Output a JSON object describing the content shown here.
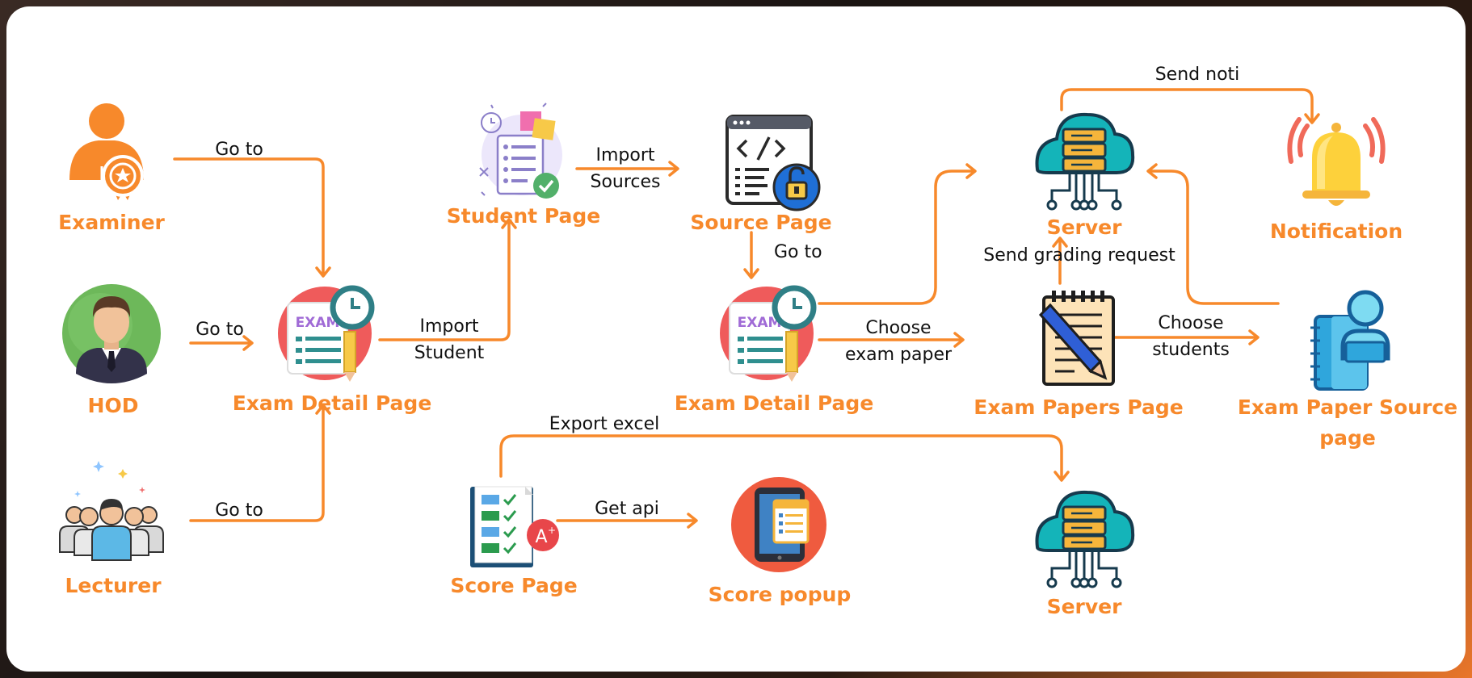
{
  "colors": {
    "accent": "#f7892b",
    "text": "#111111",
    "background": "#ffffff"
  },
  "nodes": {
    "examiner": {
      "title": "Examiner",
      "icon": "examiner-award-person-icon"
    },
    "hod": {
      "title": "HOD",
      "icon": "hod-businessman-avatar-icon"
    },
    "lecturer": {
      "title": "Lecturer",
      "icon": "lecturer-group-icon"
    },
    "exam_detail_1": {
      "title": "Exam Detail Page",
      "icon": "exam-clock-icon"
    },
    "student_page": {
      "title": "Student Page",
      "icon": "student-checklist-icon"
    },
    "source_page": {
      "title": "Source Page",
      "icon": "source-code-lock-icon"
    },
    "exam_detail_2": {
      "title": "Exam Detail Page",
      "icon": "exam-clock-icon"
    },
    "server_top": {
      "title": "Server",
      "icon": "cloud-server-icon"
    },
    "notification": {
      "title": "Notification",
      "icon": "bell-icon"
    },
    "exam_papers": {
      "title": "Exam Papers Page",
      "icon": "paper-pen-icon"
    },
    "exam_paper_source": {
      "title_line1": "Exam Paper Source",
      "title_line2": "page",
      "icon": "notebook-user-icon"
    },
    "score_page": {
      "title": "Score Page",
      "icon": "score-checklist-icon"
    },
    "score_popup": {
      "title": "Score popup",
      "icon": "tablet-icon"
    },
    "server_bottom": {
      "title": "Server",
      "icon": "cloud-server-icon"
    }
  },
  "edges": {
    "examiner_goto": "Go to",
    "hod_goto": "Go to",
    "lecturer_goto": "Go to",
    "import_student_1": "Import",
    "import_student_2": "Student",
    "import_sources_1": "Import",
    "import_sources_2": "Sources",
    "source_goto": "Go to",
    "choose_exam_1": "Choose",
    "choose_exam_2": "exam paper",
    "choose_students_1": "Choose",
    "choose_students_2": "students",
    "send_grading": "Send grading request",
    "send_noti": "Send noti",
    "export_excel": "Export excel",
    "get_api": "Get api"
  }
}
